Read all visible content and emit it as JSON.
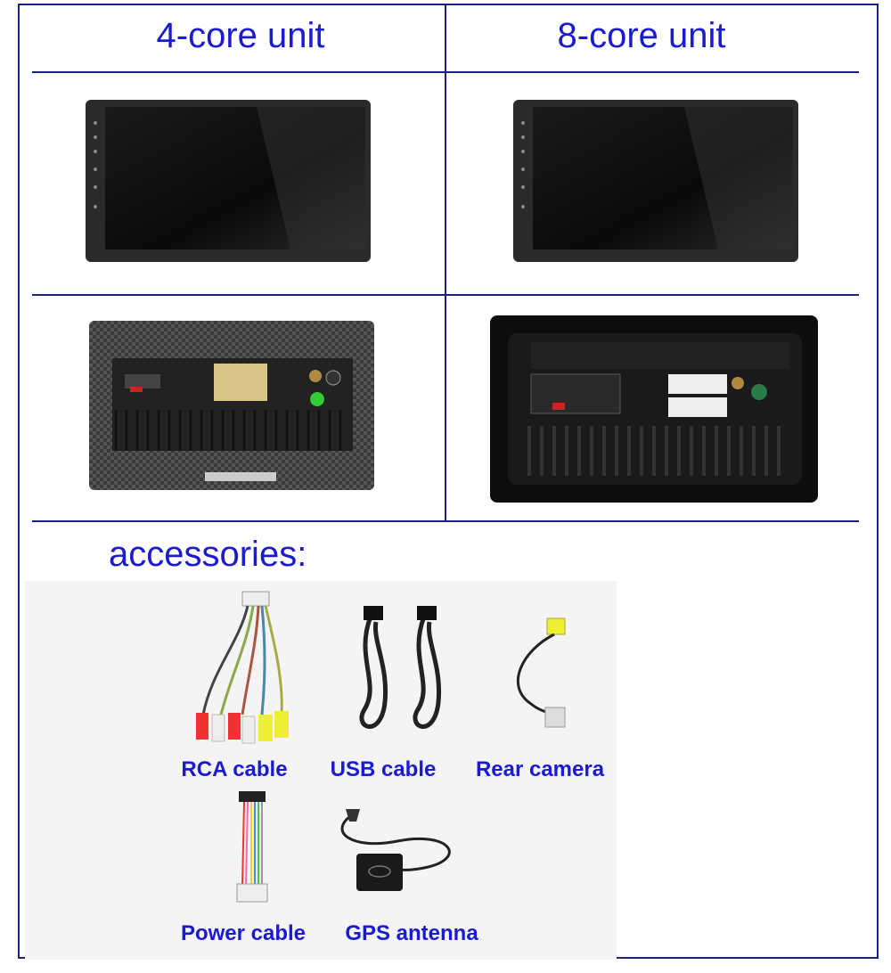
{
  "header": {
    "col1": "4-core unit",
    "col2": "8-core unit"
  },
  "accessories": {
    "title": "accessories:",
    "items": [
      {
        "label": "RCA cable",
        "icon": "rca-cable-photo"
      },
      {
        "label": "USB cable",
        "icon": "usb-cable-photo"
      },
      {
        "label": "Rear camera",
        "icon": "rear-camera-cable-photo"
      },
      {
        "label": "Power cable",
        "icon": "power-cable-photo"
      },
      {
        "label": "GPS antenna",
        "icon": "gps-antenna-photo"
      }
    ]
  },
  "colors": {
    "heading_text": "#1a1ad0",
    "grid_line": "#1a237e"
  }
}
